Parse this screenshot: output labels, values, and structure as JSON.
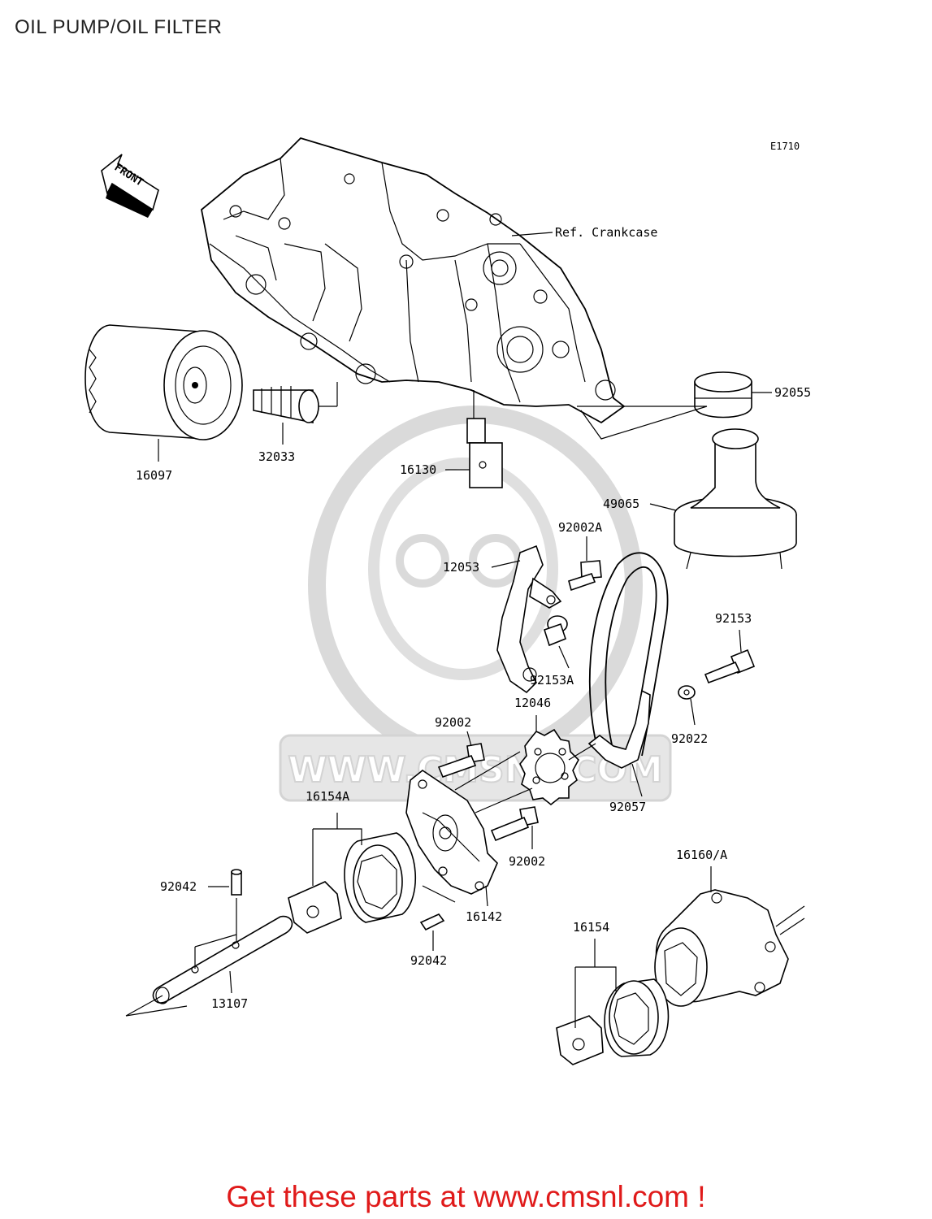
{
  "title": "OIL PUMP/OIL FILTER",
  "diagram_code": "E1710",
  "front_label": "FRONT",
  "ref_label": "Ref. Crankcase",
  "watermark_text": "WWW.CMSNL.COM",
  "footer": "Get these parts at www.cmsnl.com !",
  "colors": {
    "footer": "#e01a1a",
    "watermark": "#d0d0d0"
  },
  "labels": {
    "p16097": "16097",
    "p32033": "32033",
    "p16130": "16130",
    "p92055": "92055",
    "p49065": "49065",
    "p92002A": "92002A",
    "p12053": "12053",
    "p92153": "92153",
    "p92153A": "92153A",
    "p12046": "12046",
    "p92022": "92022",
    "p92002_a": "92002",
    "p16154A": "16154A",
    "p92057": "92057",
    "p92002_b": "92002",
    "p16160A": "16160/A",
    "p92042_a": "92042",
    "p16142": "16142",
    "p16154": "16154",
    "p92042_b": "92042",
    "p13107": "13107"
  }
}
